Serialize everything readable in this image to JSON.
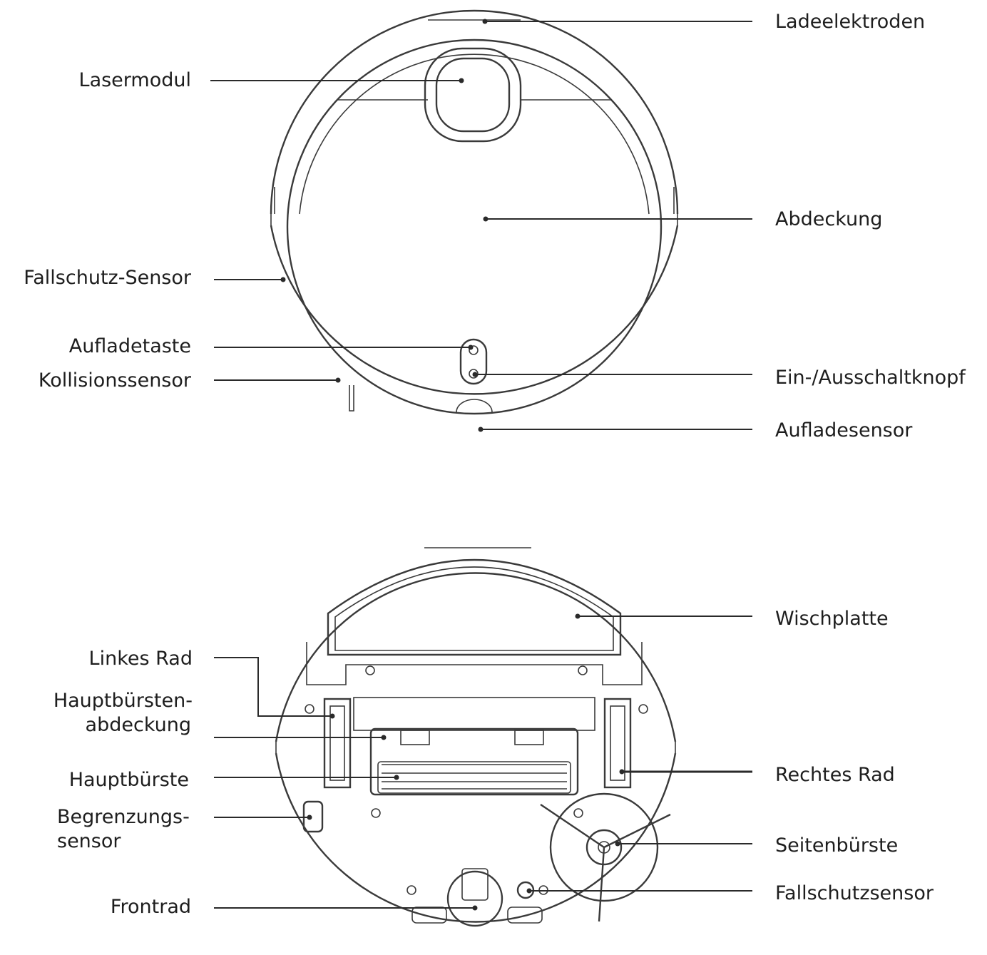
{
  "top_view": {
    "labels": {
      "ladeelektroden": "Ladeelektroden",
      "lasermodul": "Lasermodul",
      "abdeckung": "Abdeckung",
      "fallschutz_sensor": "Fallschutz-Sensor",
      "aufladetaste": "Aufladetaste",
      "kollisionssensor": "Kollisionssensor",
      "ein_ausschaltknopf": "Ein-/Ausschaltknopf",
      "aufladesensor": "Aufladesensor"
    }
  },
  "bottom_view": {
    "labels": {
      "wischplatte": "Wischplatte",
      "linkes_rad": "Linkes Rad",
      "hauptbuersten_abdeckung_1": "Hauptbürsten-",
      "hauptbuersten_abdeckung_2": "abdeckung",
      "hauptbuerste": "Hauptbürste",
      "begrenzungssensor_1": "Begrenzungs-",
      "begrenzungssensor_2": "sensor",
      "frontrad": "Frontrad",
      "rechtes_rad": "Rechtes Rad",
      "seitenbuerste": "Seitenbürste",
      "fallschutzsensor": "Fallschutzsensor"
    }
  }
}
